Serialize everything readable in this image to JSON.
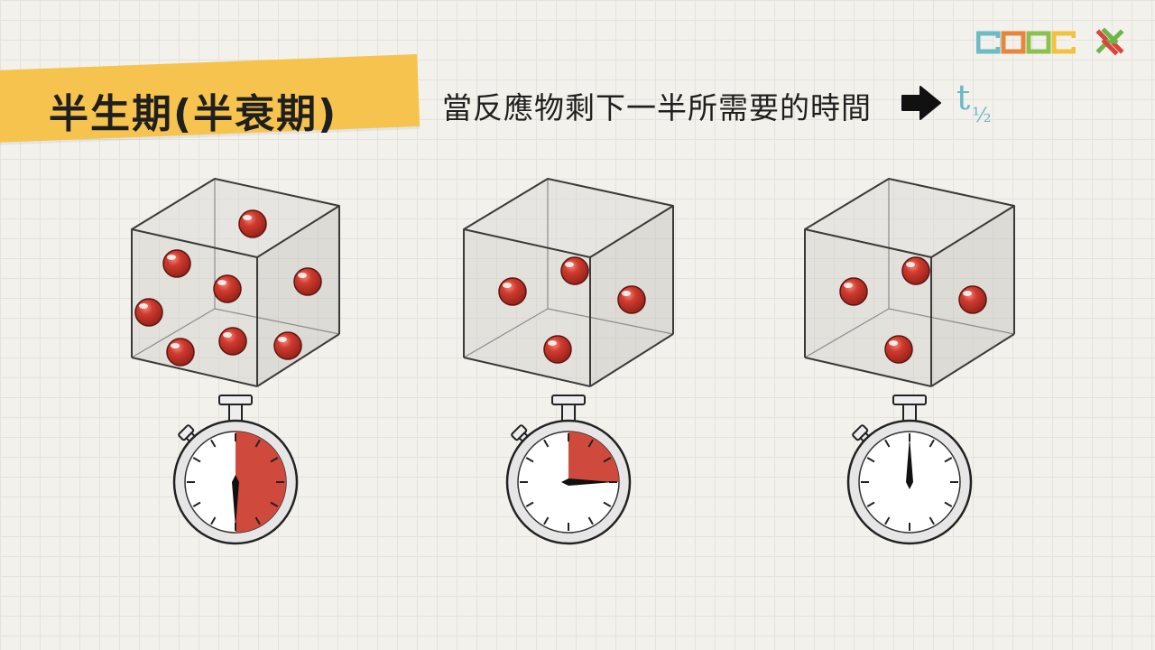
{
  "header": {
    "title": "半生期(半衰期)",
    "definition": "當反應物剩下一半所需要的時間",
    "symbol": "t",
    "symbol_subscript": "½"
  },
  "colors": {
    "banner": "#f6c44e",
    "accent_teal": "#6ab7c6",
    "particle_red": "#c83a30",
    "timer_fill": "#cf4a3c"
  },
  "stages": [
    {
      "particles": 8,
      "timer_fraction_remaining": 0.5
    },
    {
      "particles": 4,
      "timer_fraction_remaining": 0.25
    },
    {
      "particles": 4,
      "timer_fraction_remaining": 0
    }
  ]
}
